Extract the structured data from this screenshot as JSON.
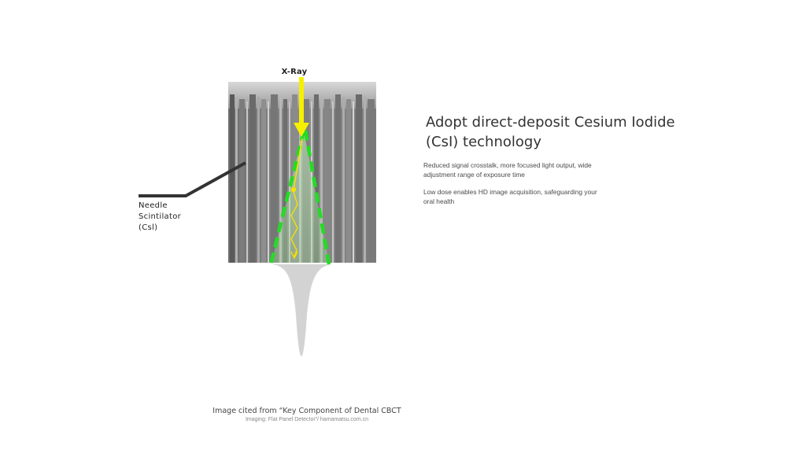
{
  "diagram": {
    "beam_label": "X-Ray",
    "material_label": [
      "Needle",
      "Scintilator",
      "(Csl)"
    ],
    "colors": {
      "beam": "#f6f000",
      "cone_outline": "#22dd22",
      "light_path": "#f5e000",
      "leader_line": "#333333",
      "spread_profile": "#d3d3d3",
      "micrograph_gray": "#8a8a8a"
    }
  },
  "headline": {
    "line1": "Adopt direct-deposit Cesium Iodide",
    "line2": "(CsI) technology"
  },
  "paragraphs": [
    {
      "line1": "Reduced signal crosstalk, more focused light output, wide",
      "line2": "adjustment range of exposure time"
    },
    {
      "line1": "Low dose enables HD image acquisition, safeguarding your",
      "line2": "oral health"
    }
  ],
  "citation": {
    "main": "Image cited from “Key Component of Dental CBCT",
    "sub": "Imaging: Flat Panel Detector”/ hamamatsu.com.cn"
  }
}
